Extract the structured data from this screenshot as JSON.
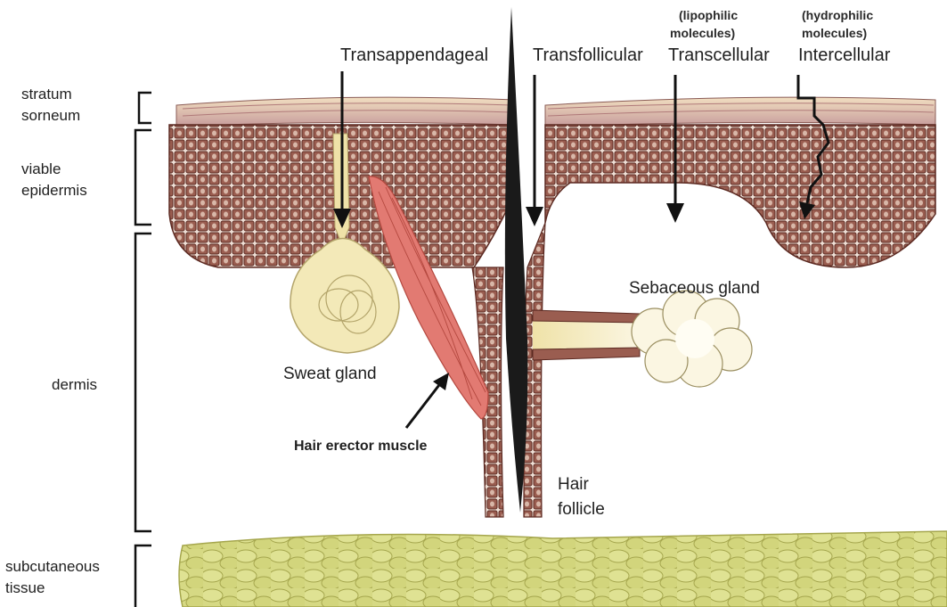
{
  "layers": {
    "stratum": [
      "stratum",
      "sorneum"
    ],
    "epidermis": [
      "viable",
      "epidermis"
    ],
    "dermis": "dermis",
    "subcutaneous": [
      "subcutaneous",
      "tissue"
    ]
  },
  "routes": {
    "transappendageal": "Transappendageal",
    "transfollicular": "Transfollicular",
    "transcellular": "Transcellular",
    "intercellular": "Intercellular",
    "lipophilic_note": [
      "(lipophilic",
      "molecules)"
    ],
    "hydrophilic_note": [
      "(hydrophilic",
      "molecules)"
    ]
  },
  "structures": {
    "sebaceous_gland": "Sebaceous gland",
    "sweat_gland": "Sweat gland",
    "hair_erector_muscle": "Hair erector muscle",
    "hair_follicle": [
      "Hair",
      "follicle"
    ]
  },
  "colors": {
    "cell_fill": "#9a5d50",
    "cell_edge": "#5c2a22",
    "corneum": "#e4c9a0",
    "gland": "#f3e9b8",
    "muscle": "#e27a72",
    "fat": "#d6d984",
    "hair": "#1a1a1a",
    "arrow": "#111111"
  }
}
